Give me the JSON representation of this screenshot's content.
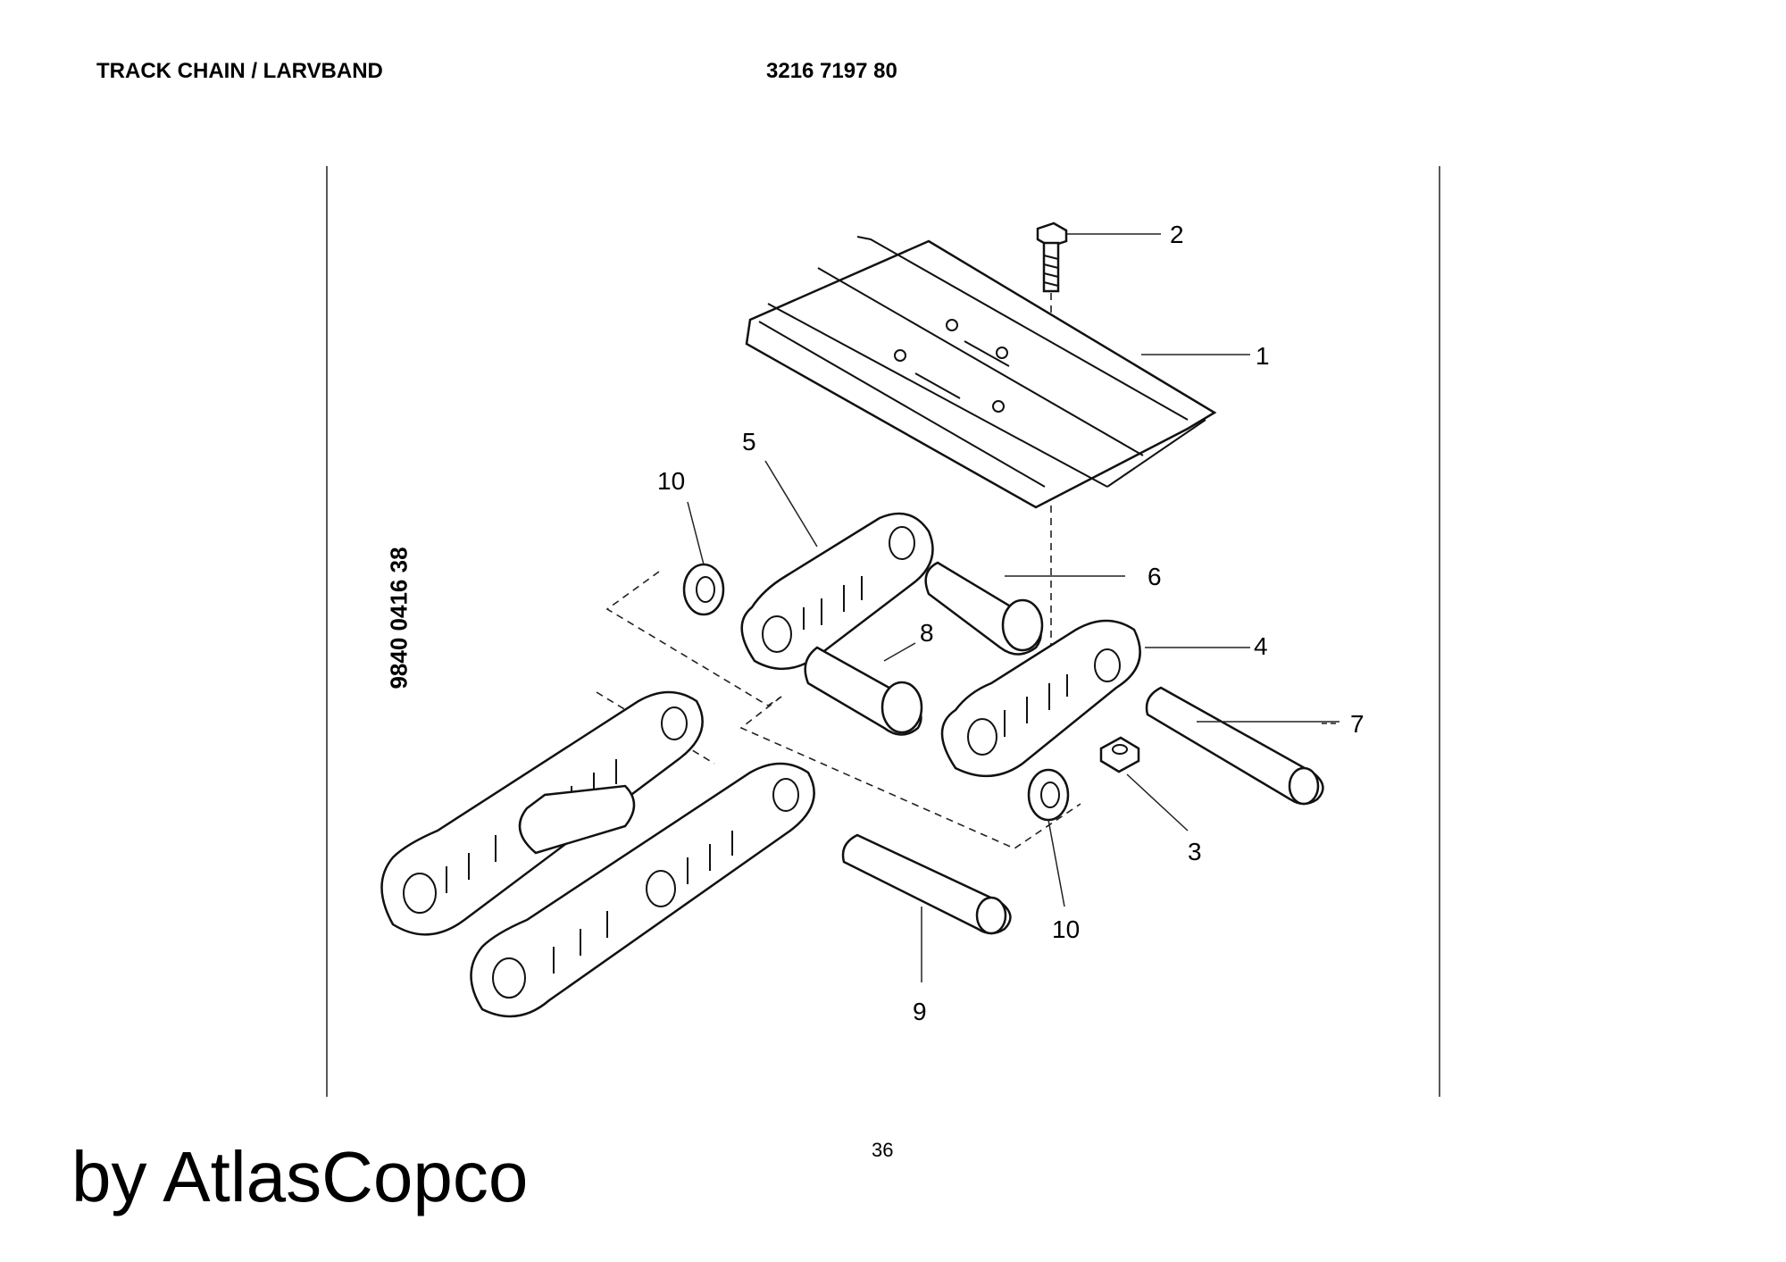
{
  "header": {
    "title": "TRACK CHAIN / LARVBAND",
    "part_number": "3216 7197 80"
  },
  "figure": {
    "side_id": "9840 0416 38",
    "callouts": [
      "1",
      "2",
      "3",
      "4",
      "5",
      "6",
      "7",
      "8",
      "9",
      "10",
      "10"
    ]
  },
  "footer": {
    "page_number": "36",
    "watermark": "by AtlasCopco"
  }
}
